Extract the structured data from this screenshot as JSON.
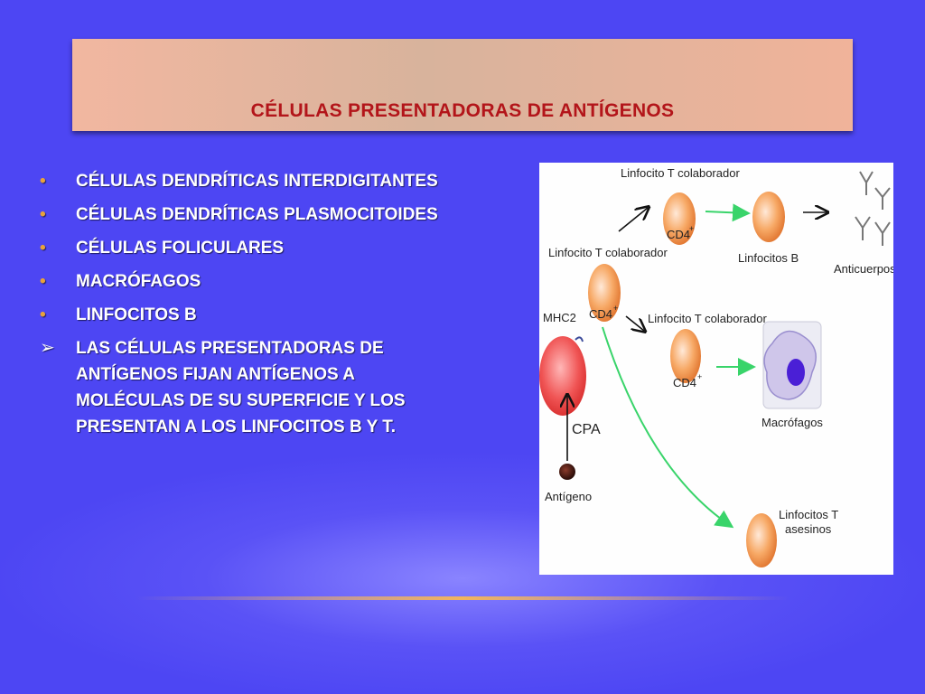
{
  "slide": {
    "title": "CÉLULAS PRESENTADORAS DE ANTÍGENOS",
    "bullets": [
      {
        "marker": "•",
        "text": "CÉLULAS DENDRÍTICAS INTERDIGITANTES"
      },
      {
        "marker": "•",
        "text": "CÉLULAS DENDRÍTICAS PLASMOCITOIDES"
      },
      {
        "marker": "•",
        "text": "CÉLULAS FOLICULARES"
      },
      {
        "marker": "•",
        "text": "MACRÓFAGOS"
      },
      {
        "marker": "•",
        "text": "LINFOCITOS B"
      },
      {
        "marker": "➢",
        "text": "LAS CÉLULAS PRESENTADORAS DE ANTÍGENOS FIJAN ANTÍGENOS A MOLÉCULAS DE SU SUPERFICIE Y LOS PRESENTAN A LOS LINFOCITOS B Y T."
      }
    ]
  },
  "diagram": {
    "labels": {
      "t_helper_top": "Linfocito T colaborador",
      "t_helper_left": "Linfocito T colaborador",
      "t_helper_mid": "Linfocito T colaborador",
      "cd4": "CD4",
      "cd4_sup": "+",
      "linfocitos_b": "Linfocitos B",
      "anticuerpos": "Anticuerpos",
      "mhc2": "MHC2",
      "cpa": "CPA",
      "antigeno": "Antígeno",
      "macrofagos": "Macrófagos",
      "t_killer_line1": "Linfocitos T",
      "t_killer_line2": "asesinos"
    }
  },
  "colors": {
    "background": "#4d46f3",
    "title_text": "#b3151a",
    "bullet_marker": "#e8a23a"
  }
}
